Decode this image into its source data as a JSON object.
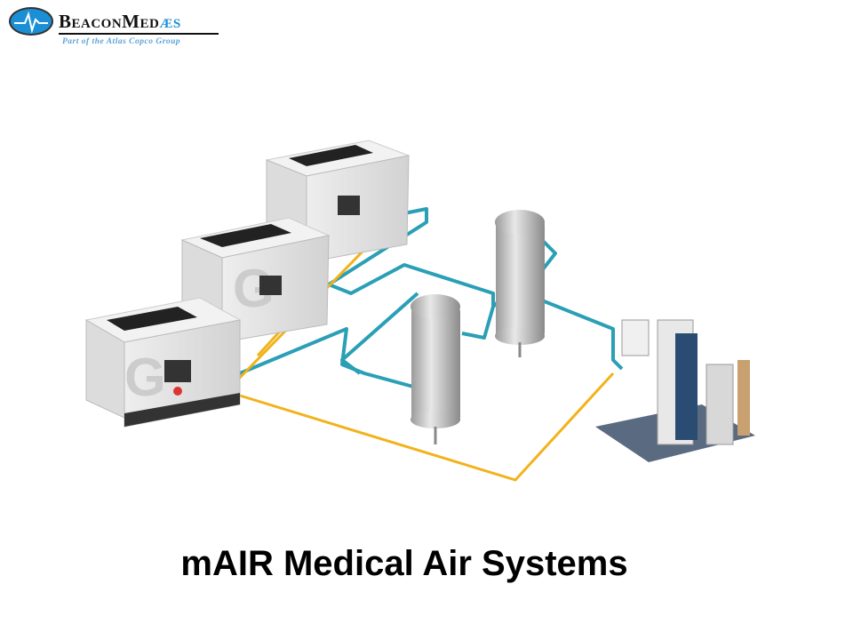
{
  "logo": {
    "name_part1": "BeaconMed",
    "name_part2": "æs",
    "tagline": "Part of the Atlas Copco Group"
  },
  "slide": {
    "title": "mAIR Medical Air Systems"
  },
  "colors": {
    "blue_pipe": "#2a9fb5",
    "yellow_pipe": "#f2b21b",
    "brand_blue": "#1a8fd6"
  }
}
